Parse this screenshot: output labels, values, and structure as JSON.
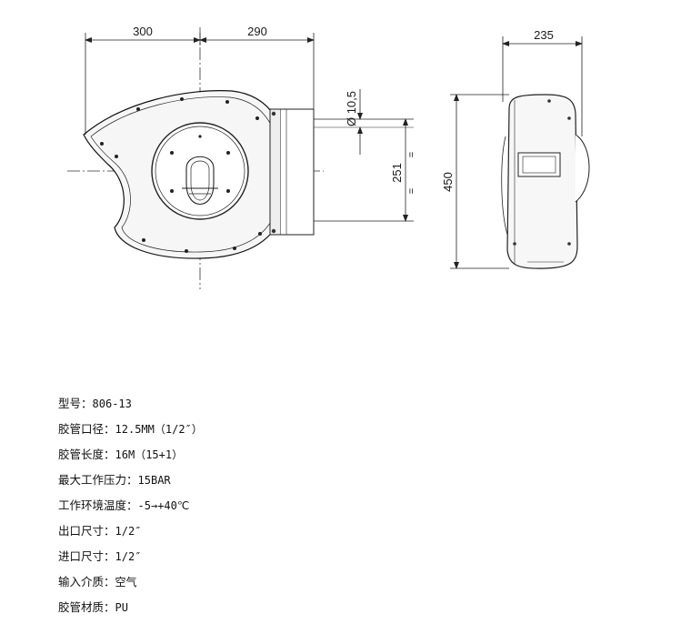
{
  "drawing": {
    "dimensions": {
      "left_width": "300",
      "right_width": "290",
      "side_width": "235",
      "inlet_diameter": "Ø 10,5",
      "center_height": "251",
      "total_height": "450",
      "equal_mark": "="
    }
  },
  "specs": [
    {
      "label": "型号：",
      "value": "806-13"
    },
    {
      "label": "胶管口径：",
      "value": "12.5MM（1/2″）"
    },
    {
      "label": "胶管长度：",
      "value": "16M（15+1）"
    },
    {
      "label": "最大工作压力：",
      "value": "15BAR"
    },
    {
      "label": "工作环境温度：",
      "value": "-5→+40℃"
    },
    {
      "label": "出口尺寸：",
      "value": "1/2″"
    },
    {
      "label": "进口尺寸：",
      "value": "1/2″"
    },
    {
      "label": "输入介质：",
      "value": "空气"
    },
    {
      "label": "胶管材质：",
      "value": "PU"
    }
  ]
}
